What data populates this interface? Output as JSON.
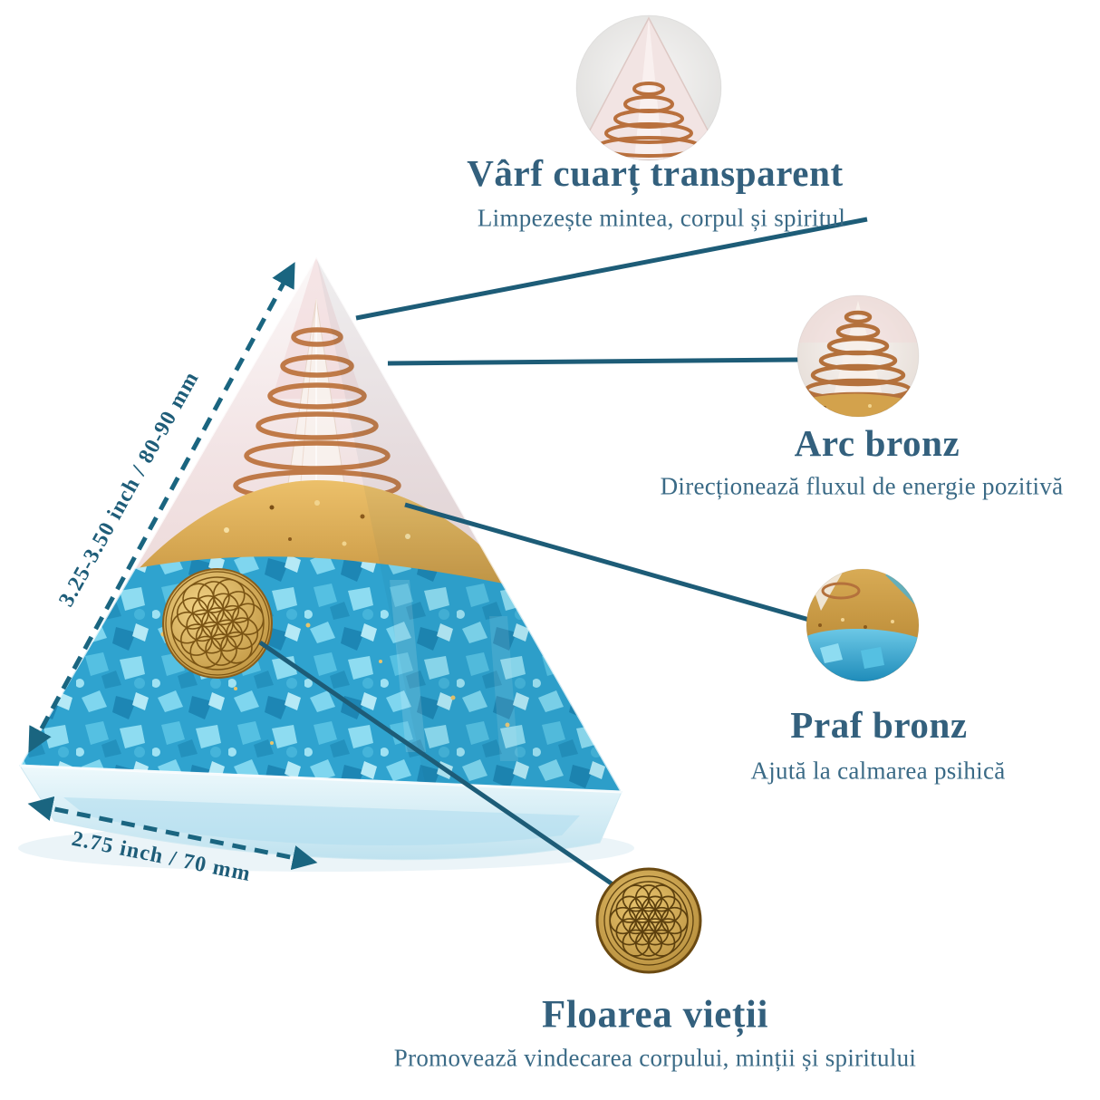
{
  "page": {
    "background": "#ffffff"
  },
  "palette": {
    "accent_line": "#1d5c77",
    "arrow_teal": "#1a6580",
    "title_color": "#33607d",
    "subtitle_color": "#3a6a86",
    "gold": "#c8953e",
    "crystal_blue": "#2fa3cf",
    "copper": "#b4713c"
  },
  "callouts": [
    {
      "id": "quartz-tip",
      "title": "Vârf cuarț transparent",
      "subtitle": "Limpezește mintea, corpul și spiritul"
    },
    {
      "id": "bronze-coil",
      "title": "Arc bronz",
      "subtitle": "Direcționează fluxul de energie pozitivă"
    },
    {
      "id": "bronze-dust",
      "title": "Praf bronz",
      "subtitle": "Ajută la calmarea psihică"
    },
    {
      "id": "flower-of-life",
      "title": "Floarea vieții",
      "subtitle": "Promovează vindecarea corpului, minții și spiritului"
    }
  ],
  "dimensions": {
    "slant_label": "3.25-3.50 inch / 80-90 mm",
    "base_label": "2.75 inch / 70 mm"
  }
}
